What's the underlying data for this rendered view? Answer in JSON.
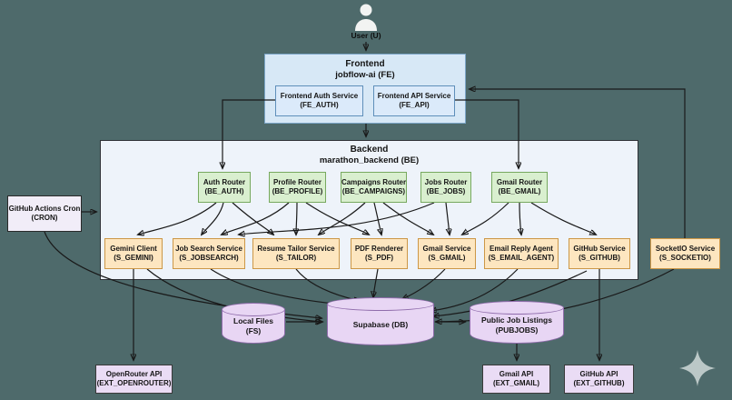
{
  "diagram_type": "architecture-flowchart",
  "user": {
    "label": "User (U)"
  },
  "frontend": {
    "title": "Frontend",
    "subtitle": "jobflow-ai (FE)",
    "auth": {
      "name": "Frontend Auth Service",
      "code": "(FE_AUTH)"
    },
    "api": {
      "name": "Frontend API Service",
      "code": "(FE_API)"
    }
  },
  "cron": {
    "name": "GitHub Actions Cron",
    "code": "(CRON)"
  },
  "backend": {
    "title": "Backend",
    "subtitle": "marathon_backend (BE)",
    "routers": [
      {
        "name": "Auth Router",
        "code": "(BE_AUTH)"
      },
      {
        "name": "Profile Router",
        "code": "(BE_PROFILE)"
      },
      {
        "name": "Campaigns Router",
        "code": "(BE_CAMPAIGNS)"
      },
      {
        "name": "Jobs Router",
        "code": "(BE_JOBS)"
      },
      {
        "name": "Gmail Router",
        "code": "(BE_GMAIL)"
      }
    ],
    "services": [
      {
        "name": "Gemini Client",
        "code": "(S_GEMINI)"
      },
      {
        "name": "Job Search Service",
        "code": "(S_JOBSEARCH)"
      },
      {
        "name": "Resume Tailor Service",
        "code": "(S_TAILOR)"
      },
      {
        "name": "PDF Renderer",
        "code": "(S_PDF)"
      },
      {
        "name": "Gmail Service",
        "code": "(S_GMAIL)"
      },
      {
        "name": "Email Reply Agent",
        "code": "(S_EMAIL_AGENT)"
      },
      {
        "name": "GitHub Service",
        "code": "(S_GITHUB)"
      }
    ]
  },
  "socketio": {
    "name": "SocketIO Service",
    "code": "(S_SOCKETIO)"
  },
  "datastores": [
    {
      "name": "Local Files",
      "code": "(FS)"
    },
    {
      "name": "Supabase (DB)",
      "code": ""
    },
    {
      "name": "Public Job Listings",
      "code": "(PUBJOBS)"
    }
  ],
  "external_apis": [
    {
      "name": "OpenRouter API",
      "code": "(EXT_OPENROUTER)"
    },
    {
      "name": "Gmail API",
      "code": "(EXT_GMAIL)"
    },
    {
      "name": "GitHub API",
      "code": "(EXT_GITHUB)"
    }
  ],
  "edges": [
    {
      "from": "U",
      "to": "FE"
    },
    {
      "from": "FE",
      "to": "BE"
    },
    {
      "from": "FE_AUTH",
      "to": "BE_AUTH"
    },
    {
      "from": "FE_API",
      "to": "BE_GMAIL"
    },
    {
      "from": "S_SOCKETIO",
      "to": "FE_API"
    },
    {
      "from": "CRON",
      "to": "BE"
    },
    {
      "from": "CRON",
      "to": "DB"
    },
    {
      "from": "BE_AUTH",
      "to": "S_GEMINI"
    },
    {
      "from": "BE_AUTH",
      "to": "S_JOBSEARCH"
    },
    {
      "from": "BE_AUTH",
      "to": "S_TAILOR"
    },
    {
      "from": "BE_PROFILE",
      "to": "S_JOBSEARCH"
    },
    {
      "from": "BE_PROFILE",
      "to": "S_TAILOR"
    },
    {
      "from": "BE_PROFILE",
      "to": "S_PDF"
    },
    {
      "from": "BE_CAMPAIGNS",
      "to": "S_TAILOR"
    },
    {
      "from": "BE_CAMPAIGNS",
      "to": "S_PDF"
    },
    {
      "from": "BE_CAMPAIGNS",
      "to": "S_GMAIL"
    },
    {
      "from": "BE_JOBS",
      "to": "S_JOBSEARCH"
    },
    {
      "from": "BE_JOBS",
      "to": "S_GMAIL"
    },
    {
      "from": "BE_GMAIL",
      "to": "S_GMAIL"
    },
    {
      "from": "BE_GMAIL",
      "to": "S_EMAIL_AGENT"
    },
    {
      "from": "BE_GMAIL",
      "to": "S_GITHUB"
    },
    {
      "from": "S_GEMINI",
      "to": "EXT_OPENROUTER"
    },
    {
      "from": "S_GEMINI",
      "to": "DB"
    },
    {
      "from": "S_JOBSEARCH",
      "to": "DB"
    },
    {
      "from": "S_TAILOR",
      "to": "DB"
    },
    {
      "from": "S_PDF",
      "to": "DB"
    },
    {
      "from": "S_GMAIL",
      "to": "DB"
    },
    {
      "from": "S_EMAIL_AGENT",
      "to": "DB"
    },
    {
      "from": "S_GITHUB",
      "to": "DB"
    },
    {
      "from": "S_SOCKETIO",
      "to": "DB"
    },
    {
      "from": "FS",
      "to": "DB"
    },
    {
      "from": "DB",
      "to": "PUBJOBS"
    },
    {
      "from": "PUBJOBS",
      "to": "EXT_GMAIL"
    },
    {
      "from": "S_GITHUB",
      "to": "EXT_GITHUB"
    }
  ],
  "colors": {
    "background": "#4e6a6b",
    "frontend_fill": "#d7e8f6",
    "backend_fill": "#eef3fa",
    "router_fill": "#d9efcf",
    "service_fill": "#fde6c0",
    "datastore_fill": "#e8d6f4",
    "external_fill": "#eadcf5",
    "edge": "#191919"
  },
  "decoration": {
    "sparkle_icon": "four-point-sparkle"
  }
}
